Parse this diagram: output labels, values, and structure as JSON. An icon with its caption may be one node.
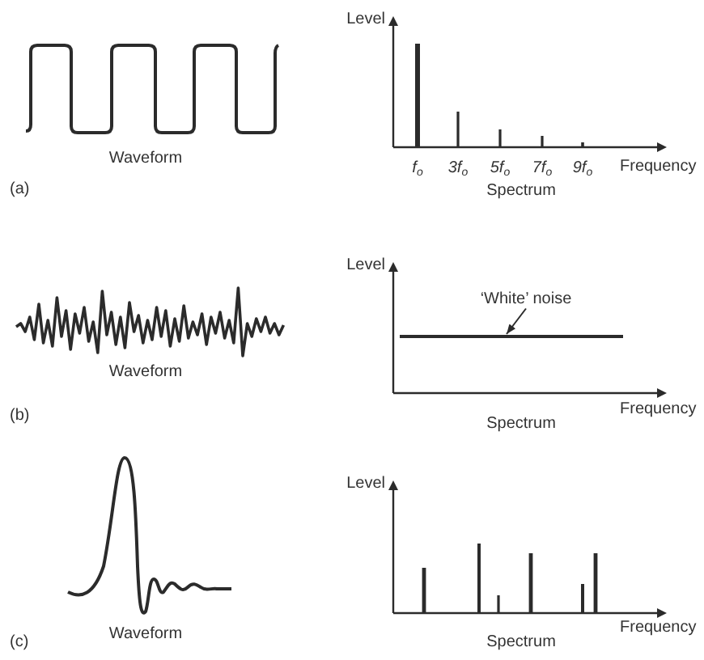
{
  "diagram": {
    "nodes": [
      {
        "text": [
          "‘White’ noise"
        ]
      },
      {
        "text": [],
        "shape": "line"
      }
    ],
    "edges": [
      {
        "from": 0,
        "to": 1,
        "arrow": "to"
      }
    ],
    "labels": [
      "Level",
      "Waveform",
      "f$_{o}$",
      "3f$_{o}$",
      "5f$_{o}$",
      "7f$_{o}$",
      "9f$_{o}$",
      "Frequency",
      "(a)",
      "Spectrum",
      "Level",
      "Waveform",
      "(b)",
      "Spectrum",
      "Frequency",
      "Level",
      "(c)",
      "Waveform",
      "Spectrum",
      "Frequency"
    ]
  }
}
